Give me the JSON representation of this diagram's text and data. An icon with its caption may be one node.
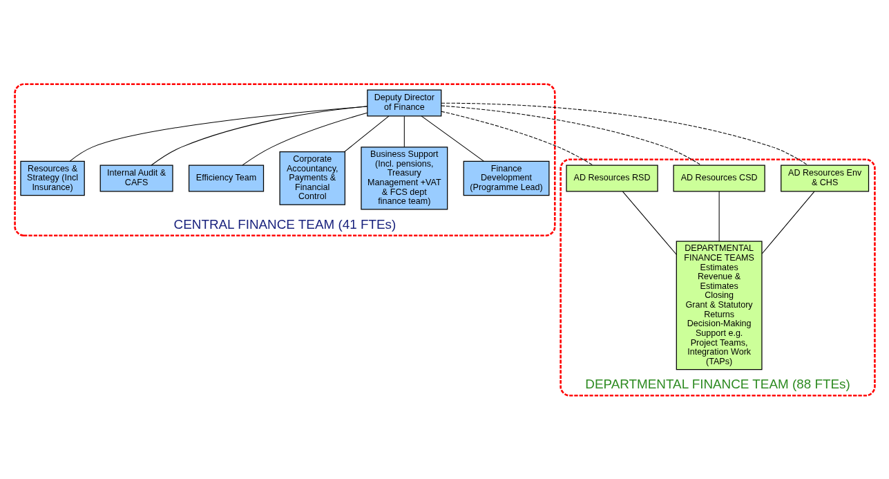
{
  "diagram": {
    "nodes": [
      {
        "text": [
          "CENTRAL FINANCE TEAM (41 FTEs)"
        ]
      },
      {
        "text": [
          "Deputy Director of Finance"
        ],
        "in": 0
      },
      {
        "text": [
          "Resources & Strategy (Incl Insurance)"
        ],
        "in": 0
      },
      {
        "text": [
          "Internal Audit & CAFS"
        ],
        "in": 0
      },
      {
        "text": [
          "Efficiency Team"
        ],
        "in": 0
      },
      {
        "text": [
          "Corporate Accountancy, Payments & Financial Control"
        ],
        "in": 0
      },
      {
        "text": [
          "Business Support (Incl. pensions, Treasury Management +VAT & FCS dept finance team)"
        ],
        "in": 0
      },
      {
        "text": [
          "Finance Development (Programme Lead)"
        ],
        "in": 0
      },
      {
        "text": [
          "DEPARTMENTAL FINANCE TEAM (88 FTEs)"
        ]
      },
      {
        "text": [
          "AD Resources Env & CHS"
        ],
        "in": 8
      },
      {
        "text": [
          "AD Resources CSD"
        ],
        "in": 8
      },
      {
        "text": [
          "AD Resources RSD"
        ],
        "in": 8
      },
      {
        "text": [
          "DEPARTMENTAL FINANCE TEAMS",
          "Estimates",
          "Revenue & Estimates",
          "Closing",
          "Grant & Statutory Returns",
          "Decision-Making Support e.g. Project Teams, Integration Work (TAPs)"
        ],
        "in": 8
      }
    ],
    "edges": [
      {
        "from": 1,
        "to": 5,
        "arrow": "none"
      },
      {
        "from": 1,
        "to": 2,
        "arrow": "none"
      },
      {
        "from": 1,
        "to": 6,
        "arrow": "none"
      },
      {
        "from": 1,
        "to": 3,
        "arrow": "none"
      },
      {
        "from": 1,
        "to": 7,
        "arrow": "none"
      },
      {
        "from": 1,
        "to": 4,
        "arrow": "none"
      },
      {
        "from": 1,
        "to": 9,
        "arrow": "none",
        "style": "dashed"
      },
      {
        "from": 1,
        "to": 10,
        "arrow": "none",
        "style": "dashed"
      },
      {
        "from": 1,
        "to": 11,
        "arrow": "none",
        "style": "dashed"
      },
      {
        "from": 9,
        "to": 12,
        "arrow": "none"
      },
      {
        "from": 10,
        "to": 12,
        "arrow": "none"
      },
      {
        "from": 11,
        "to": 12,
        "arrow": "none"
      }
    ]
  }
}
